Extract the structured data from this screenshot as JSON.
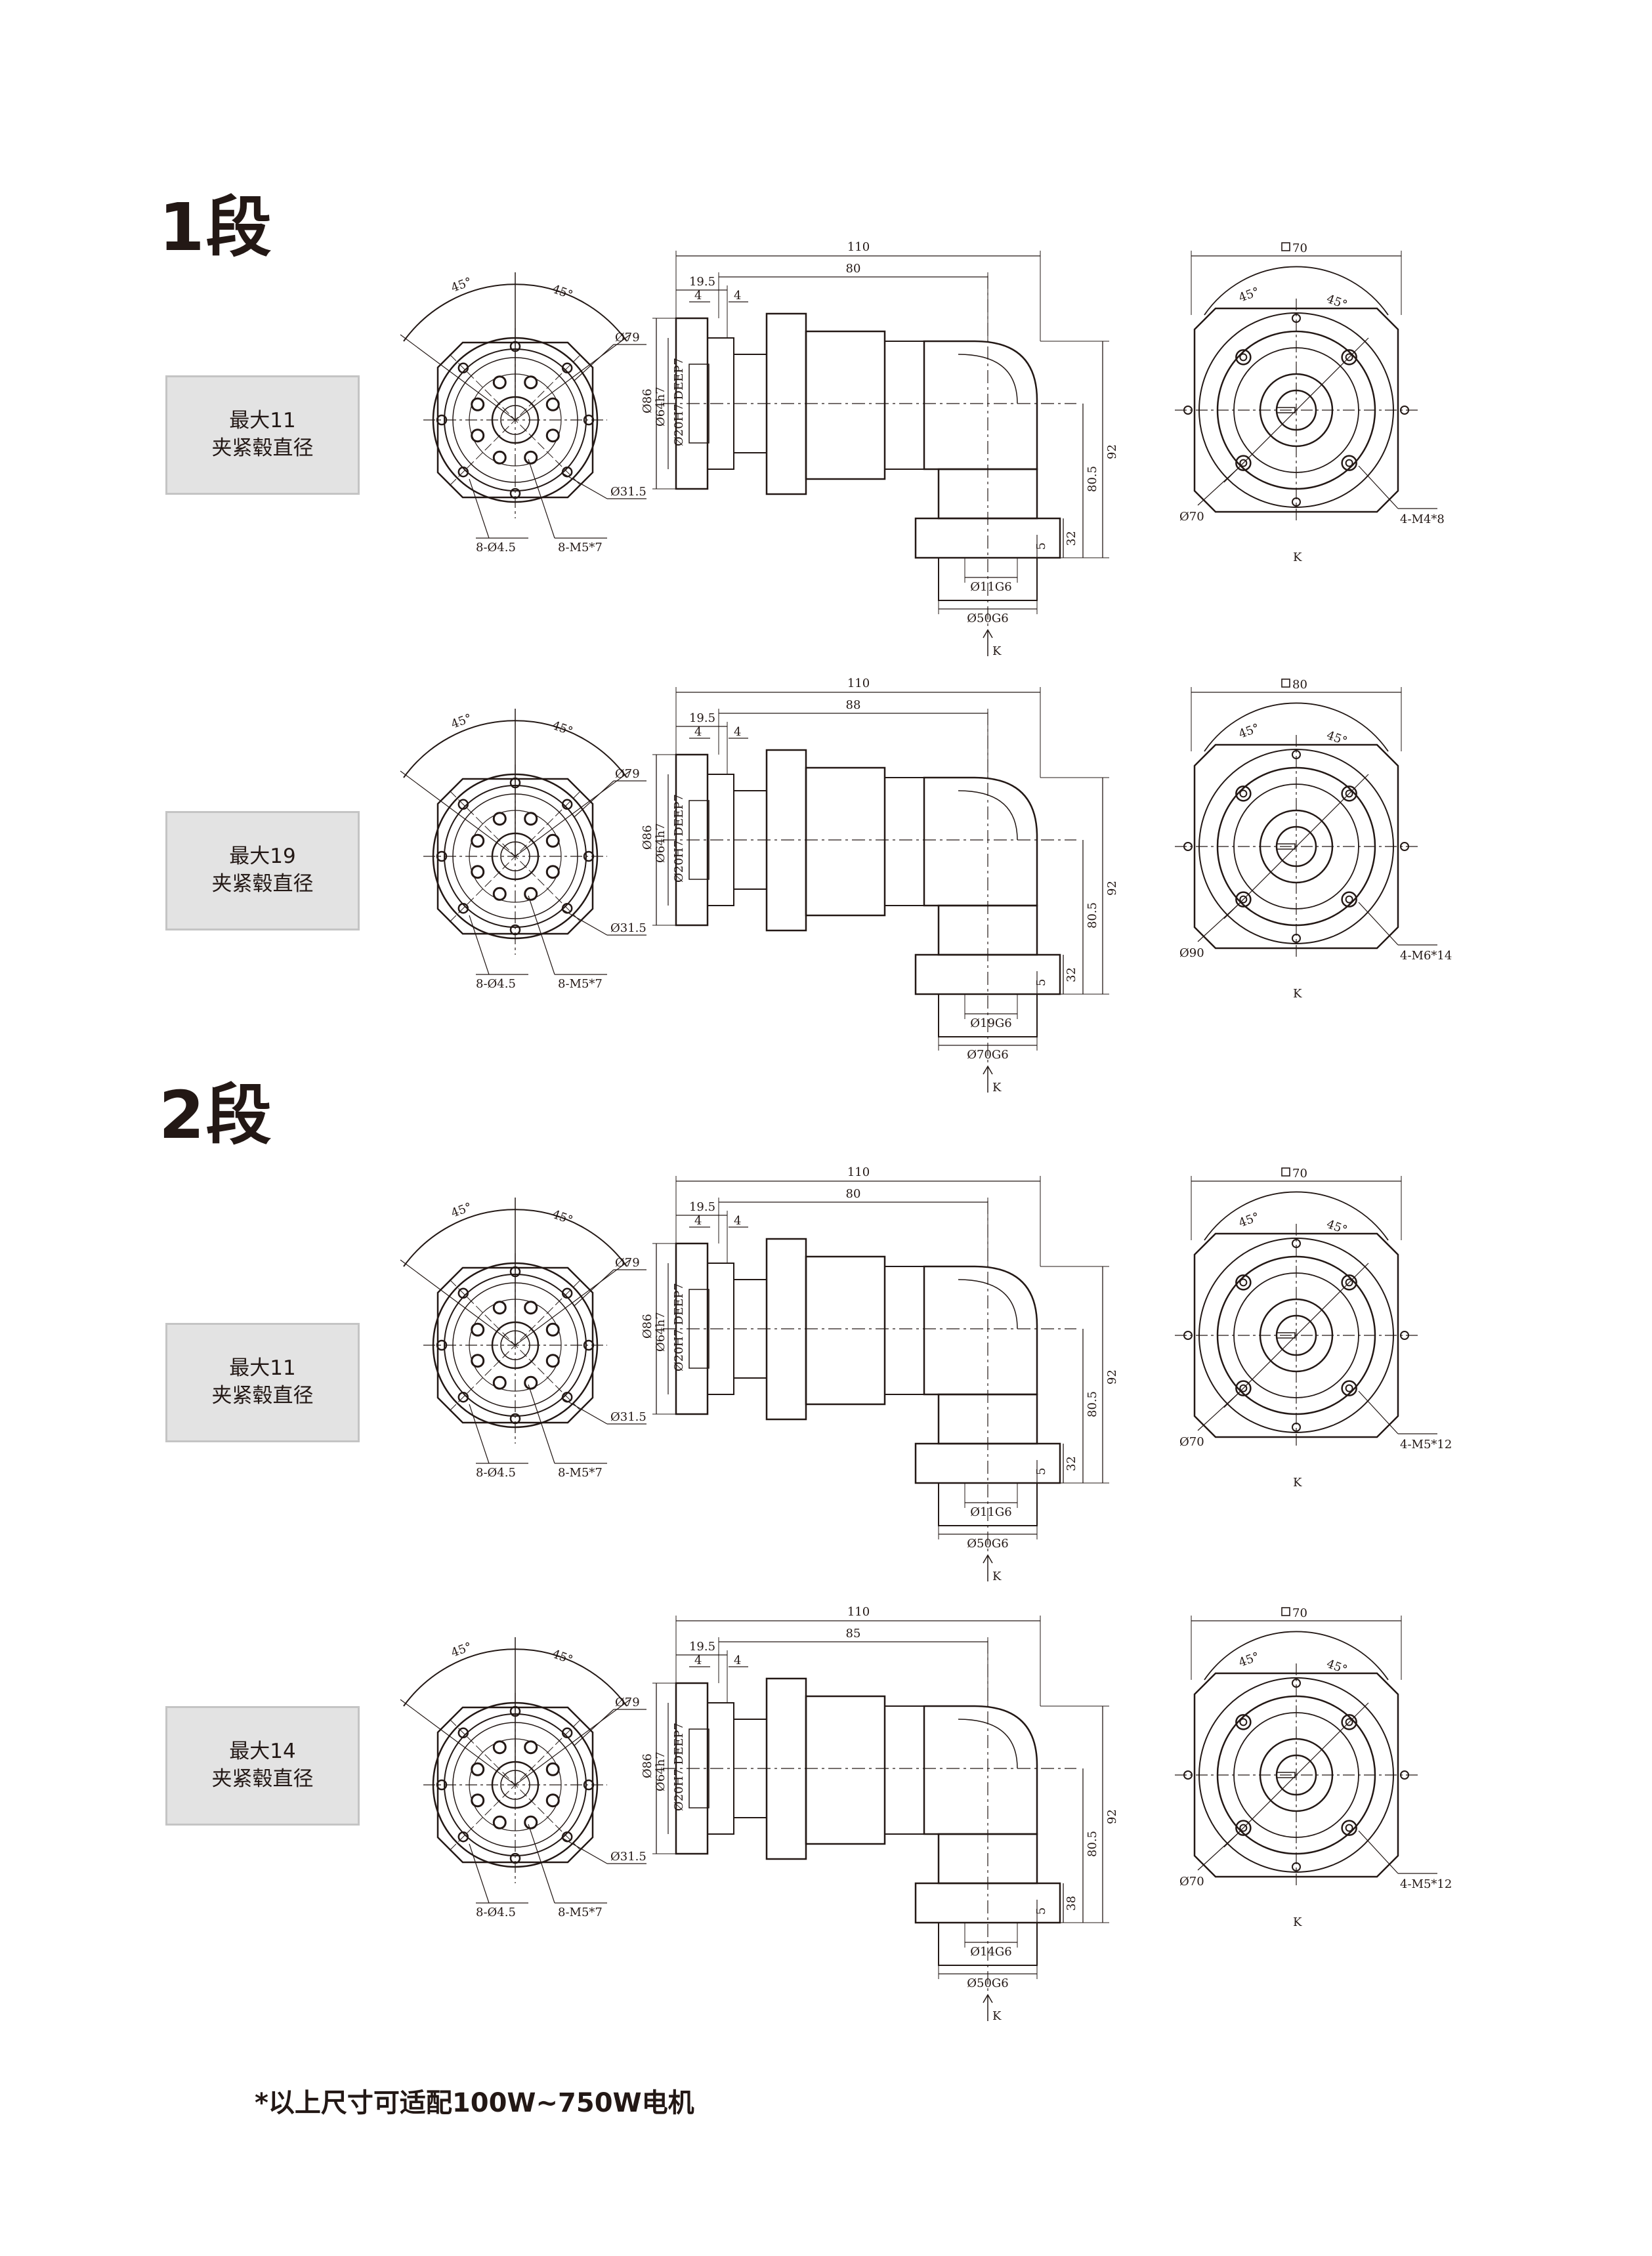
{
  "stage1": {
    "title": "1段",
    "rows": [
      {
        "label_line1": "最大11",
        "label_line2": "夹紧毂直径",
        "flange": {
          "angle_l": "45°",
          "angle_r": "45°",
          "d_outer": "Ø79",
          "d_inner": "Ø31.5",
          "holes": "8-Ø4.5",
          "screws": "8-M5*7"
        },
        "side": {
          "len_total": "110",
          "len_mid": "80",
          "len_a": "19.5",
          "len_b": "4",
          "len_c": "4",
          "dia_big": "Ø86",
          "dia_pilot": "Ø64h7",
          "dia_bore": "Ø20H7 DEEP7",
          "h_total": "92",
          "h_mid": "80.5",
          "h_low": "32",
          "h_key": "5",
          "dia_shaft": "Ø11G6",
          "dia_base": "Ø50G6",
          "view": "K"
        },
        "front": {
          "square": "70",
          "angle_l": "45°",
          "angle_r": "45°",
          "dia_pcd": "Ø70",
          "tap": "4-M4*8",
          "view": "K"
        }
      },
      {
        "label_line1": "最大19",
        "label_line2": "夹紧毂直径",
        "flange": {
          "angle_l": "45°",
          "angle_r": "45°",
          "d_outer": "Ø79",
          "d_inner": "Ø31.5",
          "holes": "8-Ø4.5",
          "screws": "8-M5*7"
        },
        "side": {
          "len_total": "110",
          "len_mid": "88",
          "len_a": "19.5",
          "len_b": "4",
          "len_c": "4",
          "dia_big": "Ø86",
          "dia_pilot": "Ø64h7",
          "dia_bore": "Ø20H7 DEEP7",
          "h_total": "92",
          "h_mid": "80.5",
          "h_low": "32",
          "h_key": "5",
          "dia_shaft": "Ø19G6",
          "dia_base": "Ø70G6",
          "view": "K"
        },
        "front": {
          "square": "80",
          "angle_l": "45°",
          "angle_r": "45°",
          "dia_pcd": "Ø90",
          "tap": "4-M6*14",
          "view": "K"
        }
      }
    ]
  },
  "stage2": {
    "title": "2段",
    "rows": [
      {
        "label_line1": "最大11",
        "label_line2": "夹紧毂直径",
        "flange": {
          "angle_l": "45°",
          "angle_r": "45°",
          "d_outer": "Ø79",
          "d_inner": "Ø31.5",
          "holes": "8-Ø4.5",
          "screws": "8-M5*7"
        },
        "side": {
          "len_total": "110",
          "len_mid": "80",
          "len_a": "19.5",
          "len_b": "4",
          "len_c": "4",
          "dia_big": "Ø86",
          "dia_pilot": "Ø64h7",
          "dia_bore": "Ø20H7 DEEP7",
          "h_total": "92",
          "h_mid": "80.5",
          "h_low": "32",
          "h_key": "5",
          "dia_shaft": "Ø11G6",
          "dia_base": "Ø50G6",
          "view": "K"
        },
        "front": {
          "square": "70",
          "angle_l": "45°",
          "angle_r": "45°",
          "dia_pcd": "Ø70",
          "tap": "4-M5*12",
          "view": "K"
        }
      },
      {
        "label_line1": "最大14",
        "label_line2": "夹紧毂直径",
        "flange": {
          "angle_l": "45°",
          "angle_r": "45°",
          "d_outer": "Ø79",
          "d_inner": "Ø31.5",
          "holes": "8-Ø4.5",
          "screws": "8-M5*7"
        },
        "side": {
          "len_total": "110",
          "len_mid": "85",
          "len_a": "19.5",
          "len_b": "4",
          "len_c": "4",
          "dia_big": "Ø86",
          "dia_pilot": "Ø64h7",
          "dia_bore": "Ø20H7 DEEP7",
          "h_total": "92",
          "h_mid": "80.5",
          "h_low": "38",
          "h_key": "5",
          "dia_shaft": "Ø14G6",
          "dia_base": "Ø50G6",
          "view": "K"
        },
        "front": {
          "square": "70",
          "angle_l": "45°",
          "angle_r": "45°",
          "dia_pcd": "Ø70",
          "tap": "4-M5*12",
          "view": "K"
        }
      }
    ]
  },
  "footnote": "*以上尺寸可适配100W~750W电机"
}
